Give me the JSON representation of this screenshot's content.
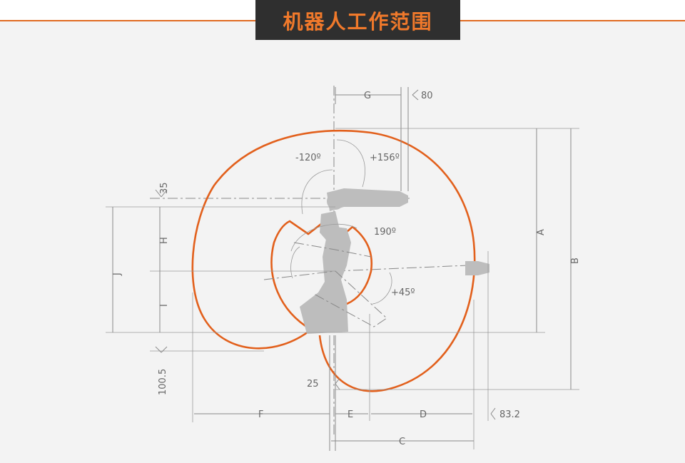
{
  "header": {
    "title": "机器人工作范围"
  },
  "colors": {
    "accent": "#e06a21",
    "title_bg": "#2f2f2f",
    "envelope": "#e2601c",
    "robot": "#bdbdbd",
    "dimension_line": "#8a8a8a"
  },
  "diagram": {
    "dimension_labels": {
      "g": "G",
      "d80": "80",
      "a": "A",
      "b": "B",
      "d35": "35",
      "h": "H",
      "j": "J",
      "i": "I",
      "d100_5": "100.5",
      "d25": "25",
      "f": "F",
      "e": "E",
      "d": "D",
      "d83_2": "83.2",
      "c": "C"
    },
    "angle_labels": {
      "neg120": "-120º",
      "pos156": "+156º",
      "a190": "190º",
      "pos45": "+45º"
    }
  }
}
